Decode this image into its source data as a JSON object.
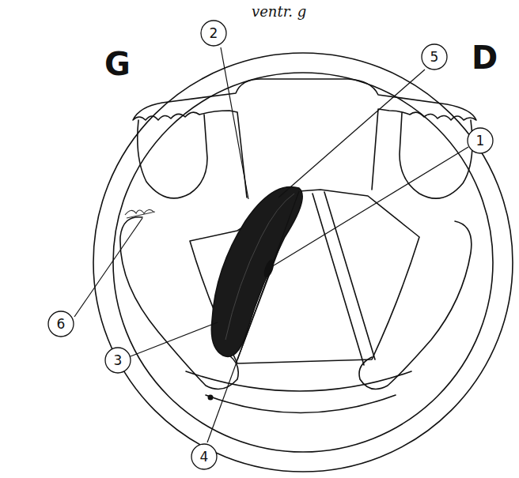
{
  "diagram": {
    "nodes": [
      {
        "text": [
          "2"
        ]
      },
      {
        "text": [
          "5"
        ]
      },
      {
        "text": [
          "1"
        ]
      },
      {
        "text": [
          "6"
        ]
      },
      {
        "text": [
          "3"
        ]
      },
      {
        "text": [
          "4"
        ]
      }
    ],
    "labels": [
      "G",
      "D",
      "ventr. g"
    ]
  }
}
